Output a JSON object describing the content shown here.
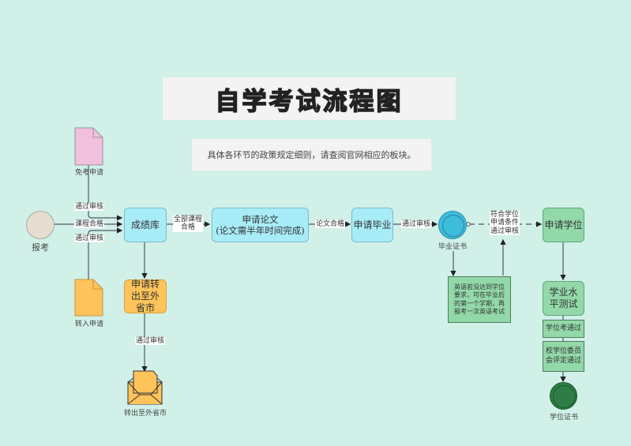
{
  "title": "自学考试流程图",
  "note": "具体各环节的政策规定细则，请查阅官网相应的板块。",
  "colors": {
    "background": "#d0f0e8",
    "blue_node": "#a8ecf8",
    "orange_node": "#fec35a",
    "green_node": "#92d8a8",
    "pink_doc": "#f0c0dc",
    "start_circle": "#e4ddd0",
    "graduation_circle": "#3ebcdc",
    "degree_circle": "#2e7d45"
  },
  "nodes": {
    "start": "报考",
    "exempt_doc": "免考申请",
    "transfer_in_doc": "转入申请",
    "score_db": "成绩库",
    "transfer_out": "申请转出至外省市",
    "transfer_out_doc": "转出至外省市",
    "thesis_line1": "申请论文",
    "thesis_line2": "(论文需半年时间完成)",
    "graduation": "申请毕业",
    "graduation_cert": "毕业证书",
    "english_note": "英语若没达到学位要求，可在毕业后的第一个学期，再报考一次英语考试",
    "degree_apply": "申请学位",
    "level_test": "学业水平测试",
    "degree_exam": "学位考通过",
    "committee": "校学位委员会评定通过",
    "degree_cert": "学位证书"
  },
  "edge_labels": {
    "exempt_pass": "通过审核",
    "course_pass": "课程合格",
    "transfer_in_pass": "通过审核",
    "all_courses_line1": "全部课程",
    "all_courses_line2": "合格",
    "thesis_pass": "论文合格",
    "graduation_pass": "通过审核",
    "degree_cond_line1": "符合学位",
    "degree_cond_line2": "申请条件",
    "degree_cond_line3": "通过审核",
    "transfer_out_pass": "通过审核"
  }
}
